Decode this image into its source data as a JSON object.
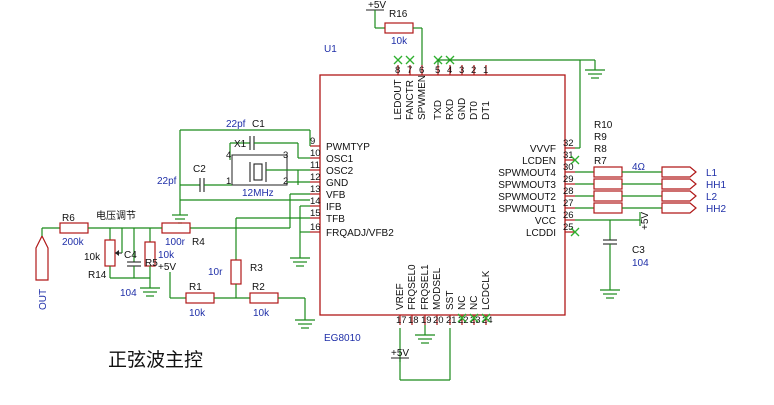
{
  "chip": {
    "ref": "U1",
    "name": "EG8010",
    "pins_top": [
      {
        "num": "8",
        "name": "LEDOUT"
      },
      {
        "num": "7",
        "name": "FANCTR"
      },
      {
        "num": "6",
        "name": "SPWMEN"
      },
      {
        "num": "5",
        "name": "TXD"
      },
      {
        "num": "4",
        "name": "RXD"
      },
      {
        "num": "3",
        "name": "GND"
      },
      {
        "num": "2",
        "name": "DT0"
      },
      {
        "num": "1",
        "name": "DT1"
      }
    ],
    "pins_left": [
      {
        "num": "9",
        "name": "PWMTYP"
      },
      {
        "num": "10",
        "name": "OSC1"
      },
      {
        "num": "11",
        "name": "OSC2"
      },
      {
        "num": "12",
        "name": "GND"
      },
      {
        "num": "13",
        "name": "VFB"
      },
      {
        "num": "14",
        "name": "IFB"
      },
      {
        "num": "15",
        "name": "TFB"
      },
      {
        "num": "16",
        "name": "FRQADJ/VFB2"
      }
    ],
    "pins_right": [
      {
        "num": "32",
        "name": "VVVF"
      },
      {
        "num": "31",
        "name": "LCDEN"
      },
      {
        "num": "30",
        "name": "SPWMOUT4"
      },
      {
        "num": "29",
        "name": "SPWMOUT3"
      },
      {
        "num": "28",
        "name": "SPWMOUT2"
      },
      {
        "num": "27",
        "name": "SPWMOUT1"
      },
      {
        "num": "26",
        "name": "VCC"
      },
      {
        "num": "25",
        "name": "LCDDI"
      }
    ],
    "pins_bottom": [
      {
        "num": "17",
        "name": "VREF"
      },
      {
        "num": "18",
        "name": "FRQSEL0"
      },
      {
        "num": "19",
        "name": "FRQSEL1"
      },
      {
        "num": "20",
        "name": "MODSEL"
      },
      {
        "num": "21",
        "name": "SST"
      },
      {
        "num": "22",
        "name": "NC"
      },
      {
        "num": "23",
        "name": "NC"
      },
      {
        "num": "24",
        "name": "LCDCLK"
      }
    ]
  },
  "components": {
    "r16": {
      "ref": "R16",
      "value": "10k"
    },
    "c1": {
      "ref": "C1",
      "value": "22pf"
    },
    "c2": {
      "ref": "C2",
      "value": "22pf"
    },
    "x1": {
      "ref": "X1",
      "value": "12MHz"
    },
    "r6": {
      "ref": "R6",
      "value": "200k"
    },
    "r14": {
      "ref": "R14",
      "value": "10k"
    },
    "pot_label": "电压调节",
    "r5": {
      "ref": "R5",
      "value": "10k"
    },
    "c4": {
      "ref": "C4",
      "value": "104"
    },
    "r4": {
      "ref": "R4",
      "value": "100r"
    },
    "r1": {
      "ref": "R1",
      "value": "10k"
    },
    "r2": {
      "ref": "R2",
      "value": "10k"
    },
    "r3": {
      "ref": "R3",
      "value": "10r"
    },
    "c3": {
      "ref": "C3",
      "value": "104"
    },
    "r_outputs": [
      "R10",
      "R9",
      "R8",
      "R7"
    ],
    "r_output_value": "4Ω"
  },
  "crystal_pins": {
    "p1": "1",
    "p2": "2",
    "p3": "3",
    "p4": "4"
  },
  "power": {
    "vcc": "+5V"
  },
  "outputs": [
    "L1",
    "HH1",
    "L2",
    "HH2"
  ],
  "out_port": "OUT",
  "title": "正弦波主控"
}
